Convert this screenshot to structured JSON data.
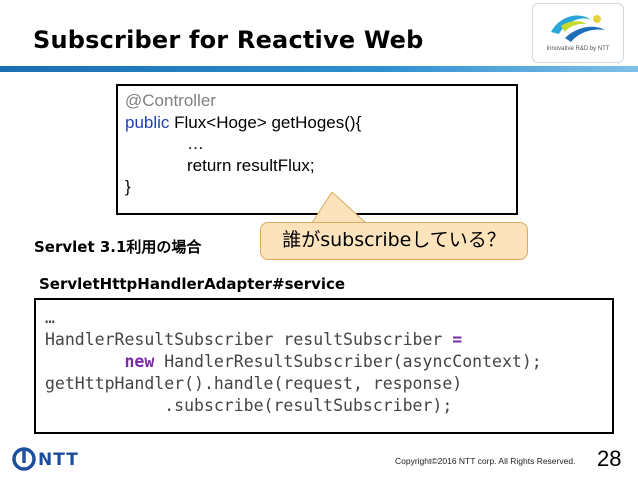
{
  "slide": {
    "title": "Subscriber for Reactive Web",
    "page_number": "28",
    "copyright": "Copyright©2016  NTT corp. All Rights Reserved.",
    "logo_caption": "Innovative R&D by NTT",
    "footer_brand": "NTT"
  },
  "top_code": {
    "line1": "@Controller",
    "line2_kw": "public",
    "line2_rest": " Flux<Hoge> getHoges(){",
    "line3": "…",
    "line4": "return resultFlux;",
    "line5": "}"
  },
  "callout": {
    "text": "誰がsubscribeしている？"
  },
  "labels": {
    "servlet": "Servlet 3.1利用の場合",
    "adapter": "ServletHttpHandlerAdapter#service"
  },
  "bottom_code": {
    "line1": "…",
    "line2_a": "HandlerResultSubscriber resultSubscriber ",
    "line2_b": "=",
    "line3_indent": "        ",
    "line3_kw": "new",
    "line3_rest": " HandlerResultSubscriber(asyncContext);",
    "line4": "getHttpHandler().handle(request, response)",
    "line5": "            .subscribe(resultSubscriber);"
  },
  "colors": {
    "title_rule": "#1a6fb0",
    "callout_fill": "#fde3bc",
    "keyword_blue": "#1e3fb5",
    "keyword_purple": "#7b2ba8",
    "brand_blue": "#1d4e9e"
  }
}
